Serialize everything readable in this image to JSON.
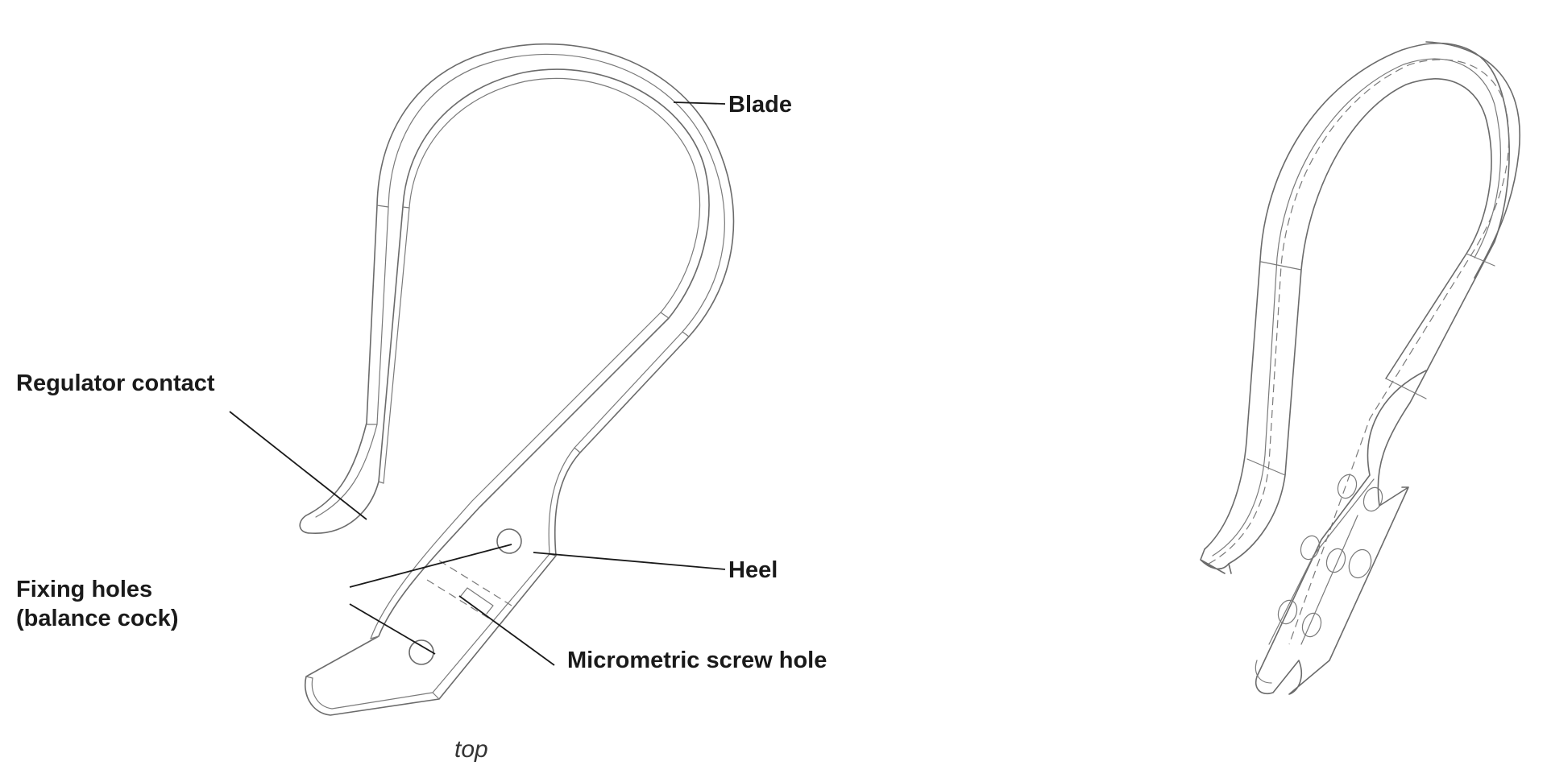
{
  "labels": {
    "blade": "Blade",
    "regulator_contact": "Regulator contact",
    "heel": "Heel",
    "fixing_holes_line1": "Fixing holes",
    "fixing_holes_line2": "(balance cock)",
    "micrometric_screw_hole": "Micrometric screw hole"
  },
  "views": {
    "top_caption": "top"
  },
  "colors": {
    "line": "#6b6b6b",
    "leader": "#1a1a1a",
    "text": "#1a1a1a",
    "background": "#ffffff"
  }
}
